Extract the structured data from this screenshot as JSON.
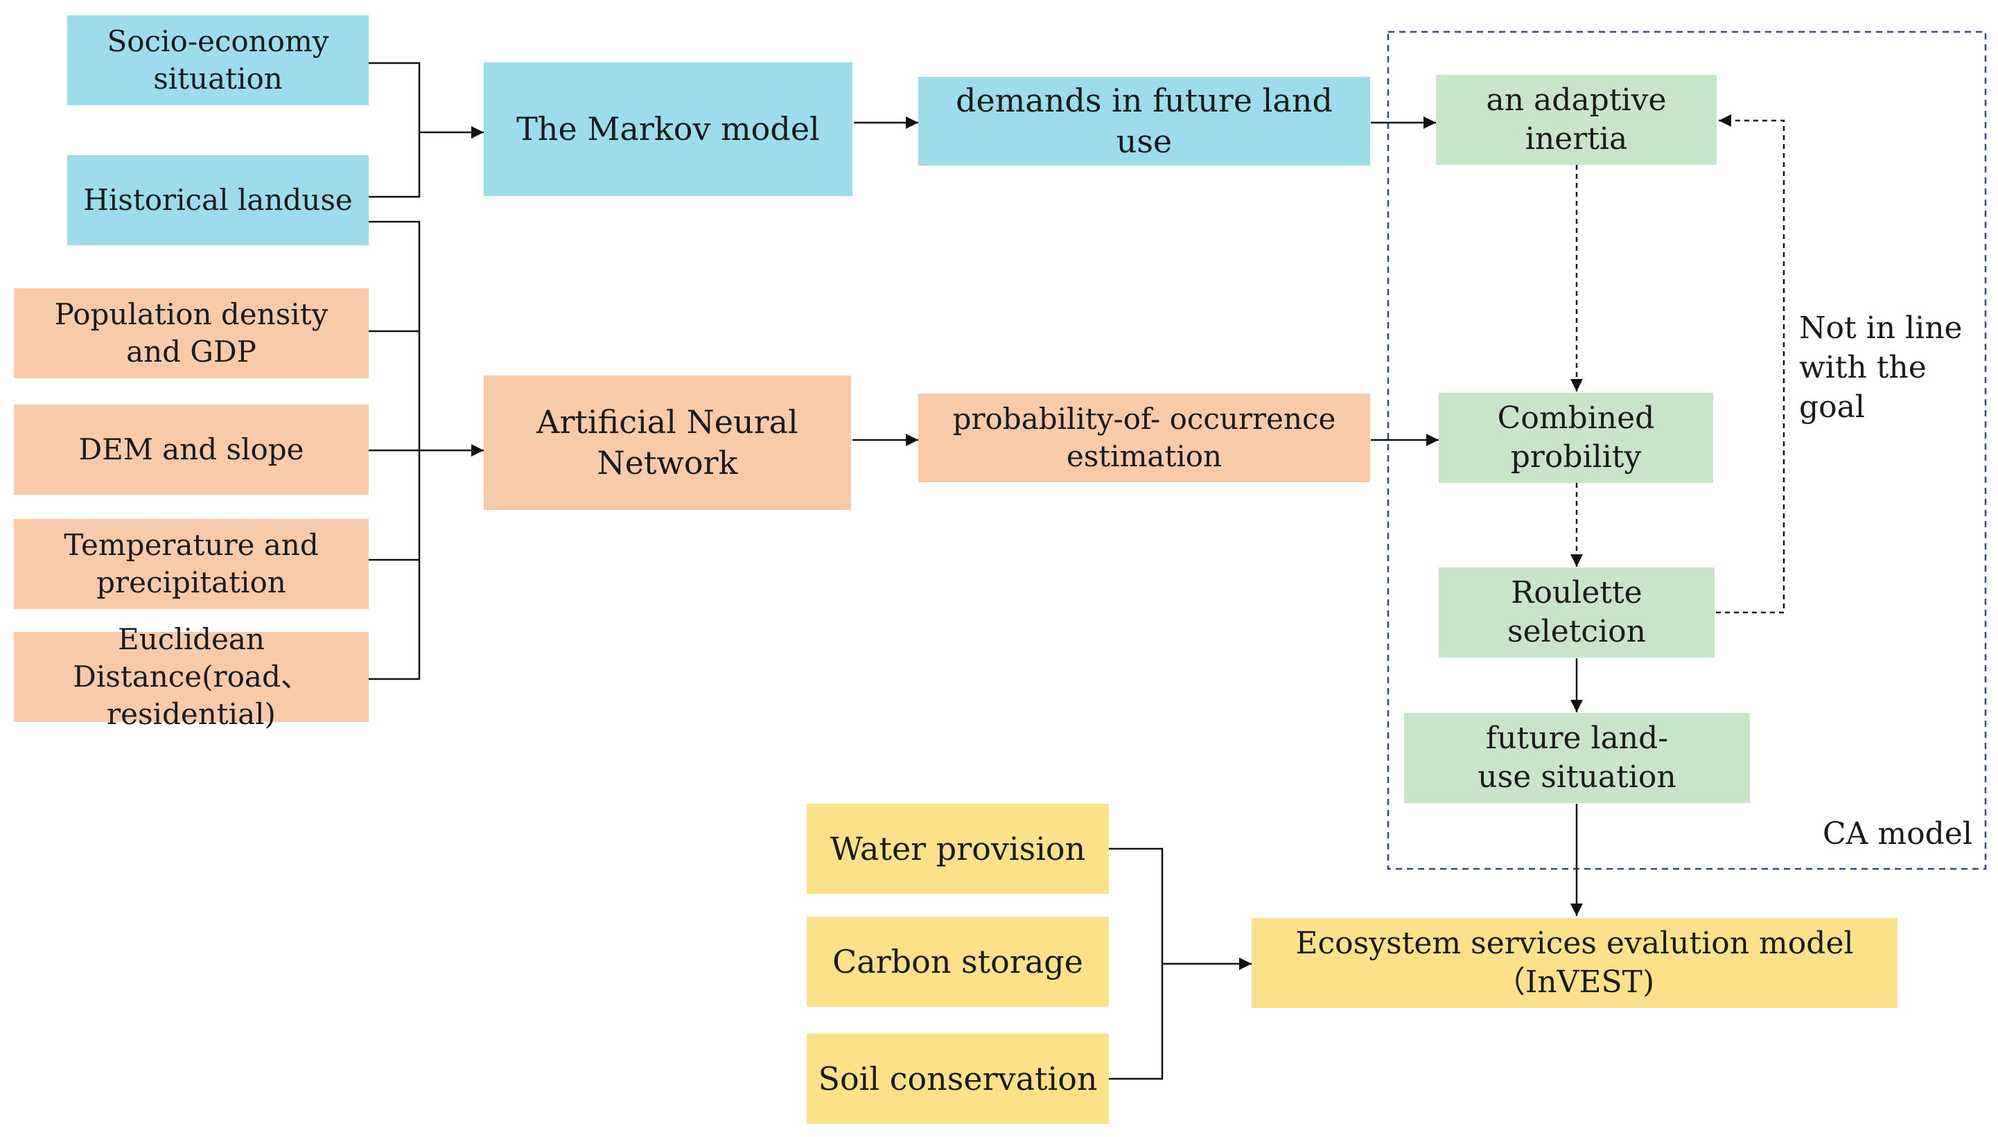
{
  "inputs": {
    "socio_economy": "Socio-economy situation",
    "historical_landuse": "Historical landuse",
    "population_gdp": "Population density and GDP",
    "dem_slope": "DEM and slope",
    "temp_precip": "Temperature and precipitation",
    "euclidean": "Euclidean Distance(road、residential)"
  },
  "models": {
    "markov": "The Markov model",
    "ann": "Artificial Neural Network"
  },
  "intermediate": {
    "demands": "demands in future land use",
    "probability": "probability-of- occurrence estimation"
  },
  "ca": {
    "adaptive_inertia": "an adaptive inertia",
    "combined_probability": "Combined probility",
    "roulette": "Roulette seletcion",
    "future_landuse": "future land-use situation",
    "feedback_label": "Not in line with the goal",
    "group_label": "CA model"
  },
  "services": {
    "water": "Water provision",
    "carbon": "Carbon storage",
    "soil": "Soil conservation",
    "invest": "Ecosystem services evalution model （InVEST)"
  },
  "colors": {
    "input_blue": "#9ddcea",
    "input_orange": "#f7cba9",
    "ca_green": "#c9e5c8",
    "service_yellow": "#fde18a",
    "dashed_border": "#2f4a8a"
  }
}
